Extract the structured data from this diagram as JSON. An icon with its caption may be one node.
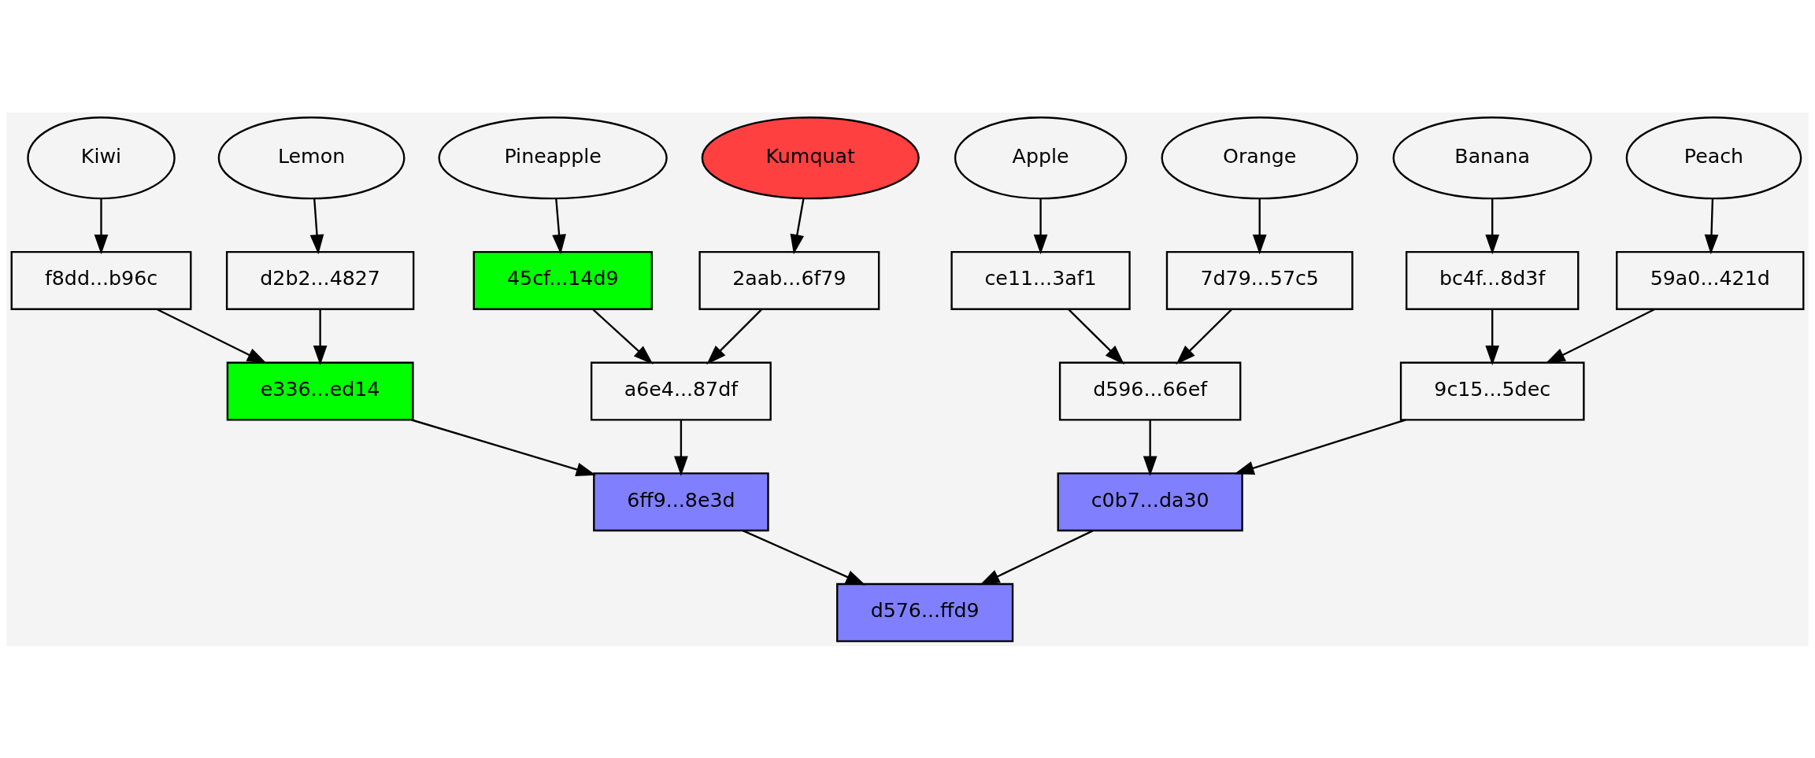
{
  "diagram": {
    "nodes": [
      {
        "text": [
          "Apple"
        ]
      },
      {
        "text": [
          "Orange"
        ]
      },
      {
        "text": [
          "Banana"
        ]
      },
      {
        "text": [
          "Peach"
        ]
      },
      {
        "text": [
          "Lemon"
        ]
      },
      {
        "text": [
          "Kiwi"
        ]
      },
      {
        "text": [
          "Kumquat"
        ]
      },
      {
        "text": [
          "Pineapple"
        ]
      },
      {
        "text": [
          "ce11...3af1"
        ]
      },
      {
        "text": [
          "7d79...57c5"
        ]
      },
      {
        "text": [
          "bc4f...8d3f"
        ]
      },
      {
        "text": [
          "59a0...421d"
        ]
      },
      {
        "text": [
          "d2b2...4827"
        ]
      },
      {
        "text": [
          "f8dd...b96c"
        ]
      },
      {
        "text": [
          "2aab...6f79"
        ]
      },
      {
        "text": [
          "45cf...14d9"
        ]
      },
      {
        "text": [
          "d596...66ef"
        ]
      },
      {
        "text": [
          "9c15...5dec"
        ]
      },
      {
        "text": [
          "e336...ed14"
        ]
      },
      {
        "text": [
          "a6e4...87df"
        ]
      },
      {
        "text": [
          "c0b7...da30"
        ]
      },
      {
        "text": [
          "6ff9...8e3d"
        ]
      },
      {
        "text": [
          "d576...ffd9"
        ]
      }
    ],
    "edges": [
      {
        "from": 0,
        "to": 8,
        "arrow": "to"
      },
      {
        "from": 1,
        "to": 9,
        "arrow": "to"
      },
      {
        "from": 2,
        "to": 10,
        "arrow": "to"
      },
      {
        "from": 3,
        "to": 11,
        "arrow": "to"
      },
      {
        "from": 4,
        "to": 12,
        "arrow": "to"
      },
      {
        "from": 5,
        "to": 13,
        "arrow": "to"
      },
      {
        "from": 6,
        "to": 14,
        "arrow": "to"
      },
      {
        "from": 7,
        "to": 15,
        "arrow": "to"
      },
      {
        "from": 8,
        "to": 16,
        "arrow": "to"
      },
      {
        "from": 9,
        "to": 16,
        "arrow": "to"
      },
      {
        "from": 10,
        "to": 17,
        "arrow": "to"
      },
      {
        "from": 11,
        "to": 17,
        "arrow": "to"
      },
      {
        "from": 12,
        "to": 18,
        "arrow": "to"
      },
      {
        "from": 13,
        "to": 18,
        "arrow": "to"
      },
      {
        "from": 14,
        "to": 19,
        "arrow": "to"
      },
      {
        "from": 15,
        "to": 19,
        "arrow": "to"
      },
      {
        "from": 16,
        "to": 20,
        "arrow": "to"
      },
      {
        "from": 17,
        "to": 20,
        "arrow": "to"
      },
      {
        "from": 18,
        "to": 21,
        "arrow": "to"
      },
      {
        "from": 19,
        "to": 21,
        "arrow": "to"
      },
      {
        "from": 20,
        "to": 22,
        "arrow": "to"
      },
      {
        "from": 21,
        "to": 22,
        "arrow": "to"
      }
    ]
  }
}
